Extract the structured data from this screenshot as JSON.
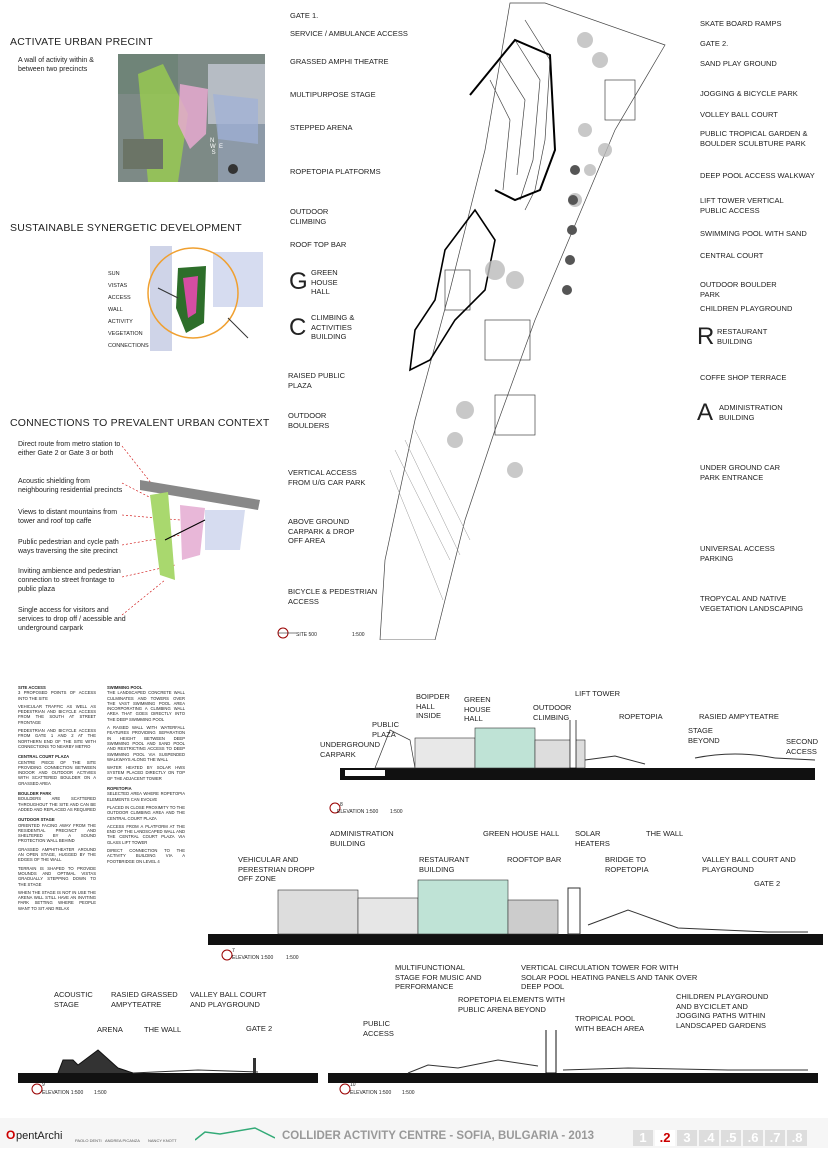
{
  "left": {
    "title1": "ACTIVATE URBAN PRECINT",
    "note1": "A wall of activity within & between two precincts",
    "title2": "SUSTAINABLE SYNERGETIC DEVELOPMENT",
    "legend": [
      "SUN",
      "VISTAS",
      "ACCESS",
      "WALL",
      "ACTIVITY",
      "VEGETATION",
      "CONNECTIONS"
    ],
    "title3": "CONNECTIONS TO PREVALENT URBAN CONTEXT",
    "notes3": [
      "Direct route from metro station to either Gate 2 or Gate 3 or both",
      "Acoustic shielding from neighbouring residential precincts",
      "Views to distant mountains from tower and roof top caffe",
      "Public pedestrian and cycle path ways traversing the site precinct",
      "Inviting ambience and pedestrian connection to street frontage to public plaza",
      "Single access for visitors and services to drop off / acessible and underground carpark"
    ]
  },
  "site_left_labels": [
    "GATE 1.",
    "SERVICE / AMBULANCE ACCESS",
    "GRASSED AMPHI THEATRE",
    "MULTIPURPOSE STAGE",
    "STEPPED ARENA",
    "ROPETOPIA PLATFORMS",
    "OUTDOOR CLIMBING",
    "ROOF TOP BAR",
    "GREEN HOUSE HALL",
    "CLIMBING & ACTIVITIES BUILDING",
    "RAISED PUBLIC PLAZA",
    "OUTDOOR BOULDERS",
    "VERTICAL ACCESS FROM U/G CAR PARK",
    "ABOVE GROUND CARPARK & DROP OFF AREA",
    "BICYCLE & PEDESTRIAN ACCESS"
  ],
  "letters": {
    "g": "G",
    "c": "C",
    "r": "R",
    "a": "A"
  },
  "site_right_labels": [
    "SKATE BOARD RAMPS",
    "GATE 2.",
    "SAND PLAY GROUND",
    "JOGGING & BICYCLE PARK",
    "VOLLEY BALL COURT",
    "PUBLIC TROPICAL GARDEN & BOULDER SCULBTURE PARK",
    "DEEP POOL ACCESS WALKWAY",
    "LIFT TOWER VERTICAL PUBLIC ACCESS",
    "SWIMMING POOL WITH SAND",
    "CENTRAL COURT",
    "OUTDOOR BOULDER PARK",
    "CHILDREN PLAYGROUND",
    "RESTAURANT BUILDING",
    "COFFE SHOP TERRACE",
    "ADMINISTRATION BUILDING",
    "UNDER GROUND CAR PARK ENTRANCE",
    "UNIVERSAL ACCESS PARKING",
    "TROPYCAL AND NATIVE VEGETATION LANDSCAPING"
  ],
  "site_caption": {
    "title": "SITE 500",
    "scale": "1:500"
  },
  "notes_col1": [
    {
      "h": "SITE ACCESS",
      "t": "3 PROPOSED POINTS OF ACCESS INTO THE SITE"
    },
    {
      "h": "",
      "t": "VEHICULAR TRAFFIC AS WELL AS PEDESTRIAN AND BICYCLE ACCESS FROM THE SOUTH AT STREET FRONTAGE"
    },
    {
      "h": "",
      "t": "PEDESTRIAN AND BICYCLE ACCESS FROM GATE 1 AND 2 AT THE NORTHERN END OF THE SITE WITH CONNECTIONS TO NEARBY METRO"
    },
    {
      "h": "CENTRAL COURT PLAZA",
      "t": "CENTRE PIECE OF THE SITE PROVIDING CONNECTION BETWEEN INDOOR AND OUTDOOR ACTIVIES WITH SCATTERED BOULDER ON A GRASSED AREA"
    },
    {
      "h": "BOULDER PARK",
      "t": "BOULDERS ARE SCATTERED THROUGHOUT THE SITE AND CAN BE ADDED AND REPLACED AS REQUIRED"
    },
    {
      "h": "OUTDOOR STAGE",
      "t": "ORIENTED FACING AWAY FROM THE RESIDENTIAL PRECINCT AND SHELTERED BY A SOUND PROTECTION WALL BEHIND"
    },
    {
      "h": "",
      "t": "GRASSED AMPHITHEATER AROUND AN OPEN STAGE, HUGGED BY THE EDGES OF THE WALL"
    },
    {
      "h": "",
      "t": "TERRAIN IS SHAPED TO PROVIDE MOUNDS AND OPTIMAL VISTAS GRADUALLY STEPPING DOWN TO THE STAGE"
    },
    {
      "h": "",
      "t": "WHEN THE STAGE IS NOT IN USE THE ARENA WILL STILL HAVE AN INVITING PARK SETTING WHERE PEOPLE WANT TO SIT AND RELAX"
    }
  ],
  "notes_col2": [
    {
      "h": "SWIMMING POOL",
      "t": "THE LANDSCAPED CONCRETE WALL CULMINATES AND TOWERS OVER THE VAST SWIMMING POOL AREA INCORPORATING A CLIMBING WALL AREA THAT GOES DIRECTLY INTO THE DEEP SWIMMING POOL"
    },
    {
      "h": "",
      "t": "A RAISED WALL WITH WATERFALL FEATURES PROVIDING SEPARATION IN HEIGHT BETWEEN DEEP SWIMMING POOL AND SAND POOL AND RESTRICTING ACCESS TO DEEP SWIMMING POOL VIA SUSPENDED WALKWAYS ALONG THE WALL"
    },
    {
      "h": "",
      "t": "WATER HEATED BY SOLAR HWS SYSTEM PLACED DIRECTLY ON TOP OF THE ADJACENT TOWER"
    },
    {
      "h": "ROPETOPIA",
      "t": "SELECTED AREA WHERE ROPETOPIA ELEMENTS CAN EVOLVE"
    },
    {
      "h": "",
      "t": "PLACED IN CLOSE PROXIMITY TO THE OUTDOOR CLIMBING AREA AND THE CENTRAL COURT PLAZA"
    },
    {
      "h": "",
      "t": "ACCESS FROM A PLATFORM AT THE END OF THE LANDSCAPED WALL AND THE CENTRAL COURT PLAZA VIA GLASS LIFT TOWER"
    },
    {
      "h": "",
      "t": "DIRECT CONNECTION TO THE ACTIVITY BUILDING VIA A FOOTBRIDGE ON LEVEL 4"
    }
  ],
  "section8": {
    "labels": [
      "UNDERGROUND CARPARK",
      "PUBLIC PLAZA",
      "BOIPDER HALL INSIDE",
      "GREEN HOUSE HALL",
      "OUTDOOR CLIMBING",
      "LIFT TOWER",
      "ROPETOPIA",
      "STAGE BEYOND",
      "RASIED AMPYTEATRE",
      "SECOND ACCESS"
    ],
    "num": "8",
    "caption": "ELEVATION 1:500",
    "scale": "1:500"
  },
  "section7": {
    "labels": [
      "ADMINISTRATION BUILDING",
      "VEHICULAR AND PERESTRIAN DROPP OFF ZONE",
      "RESTAURANT BUILDING",
      "GREEN HOUSE HALL",
      "ROOFTOP BAR",
      "SOLAR HEATERS",
      "BRIDGE TO ROPETOPIA",
      "THE WALL",
      "VALLEY BALL COURT AND PLAYGROUND",
      "GATE 2"
    ],
    "num": "7",
    "caption": "ELEVATION 1:500",
    "scale": "1:500"
  },
  "section9": {
    "labels": [
      "ACOUSTIC STAGE",
      "RASIED GRASSED AMPYTEATRE",
      "VALLEY BALL COURT AND PLAYGROUND",
      "ARENA",
      "THE WALL",
      "GATE 2"
    ],
    "num": "9",
    "caption": "ELEVATION 1:500",
    "scale": "1:500"
  },
  "section10": {
    "labels": [
      "MULTIFUNCTIONAL STAGE FOR MUSIC AND PERFORMANCE",
      "VERTICAL CIRCULATION TOWER FOR WITH SOLAR POOL HEATING PANELS AND TANK OVER DEEP POOL",
      "CHILDREN PLAYGROUND AND BYCICLET AND JOGGING PATHS WITHIN LANDSCAPED GARDENS",
      "PUBLIC ACCESS",
      "ROPETOPIA ELEMENTS WITH PUBLIC ARENA BEYOND",
      "TROPICAL POOL WITH BEACH AREA"
    ],
    "num": "10",
    "caption": "ELEVATION 1:500",
    "scale": "1:500"
  },
  "footer": {
    "logo": "pentArchi",
    "logo_prefix": "O",
    "authors": [
      "PAOLO DENTI",
      "ANDREA PICANZA",
      "NANCY KNOTT"
    ],
    "title": "COLLIDER ACTIVITY CENTRE  -  SOFIA, BULGARIA  -  2013",
    "pages": [
      "1",
      ".2",
      "3",
      ".4",
      ".5",
      ".6",
      ".7",
      ".8"
    ],
    "active_page": ".2"
  },
  "colors": {
    "accent": "#cc0000",
    "glass": "#bfe3d6",
    "map_green": "#8fcf5a",
    "map_pink": "#e8b7d8"
  }
}
